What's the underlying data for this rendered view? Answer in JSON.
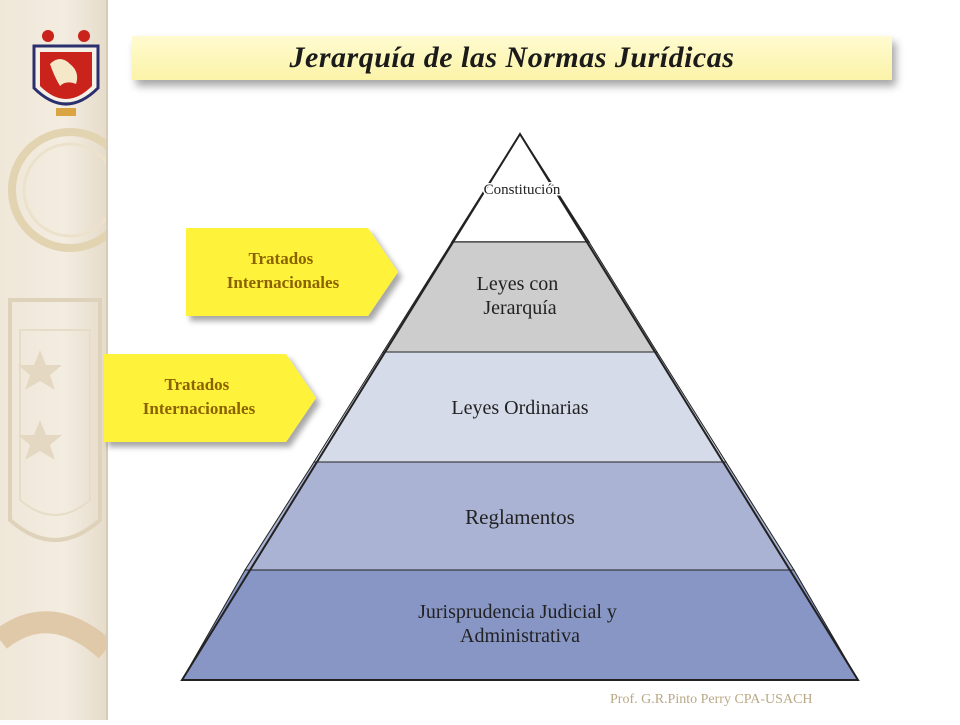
{
  "title": "Jerarquía de las Normas Jurídicas",
  "pyramid": {
    "levels": [
      {
        "lines": [
          "Constitución"
        ]
      },
      {
        "lines": [
          "Leyes con",
          "Jerarquía"
        ]
      },
      {
        "lines": [
          "Leyes Ordinarias"
        ]
      },
      {
        "lines": [
          "Reglamentos"
        ]
      },
      {
        "lines": [
          "Jurisprudencia Judicial y",
          "Administrativa"
        ]
      }
    ]
  },
  "callouts": [
    {
      "lines": [
        "Tratados",
        "Internacionales"
      ]
    },
    {
      "lines": [
        "Tratados",
        "Internacionales"
      ]
    }
  ],
  "footer": "Prof. G.R.Pinto Perry   CPA-USACH",
  "colors": {
    "title_bg": "#fbf3a8",
    "callout_fill": "#fff23a",
    "callout_text": "#8a6300",
    "level_constitucion": "#ffffff",
    "level_jerarquia": "#cdcdcd",
    "level_ordinarias": "#d6dbe9",
    "level_reglamentos": "#aab3d3",
    "level_jurisprudencia": "#8796c5"
  }
}
